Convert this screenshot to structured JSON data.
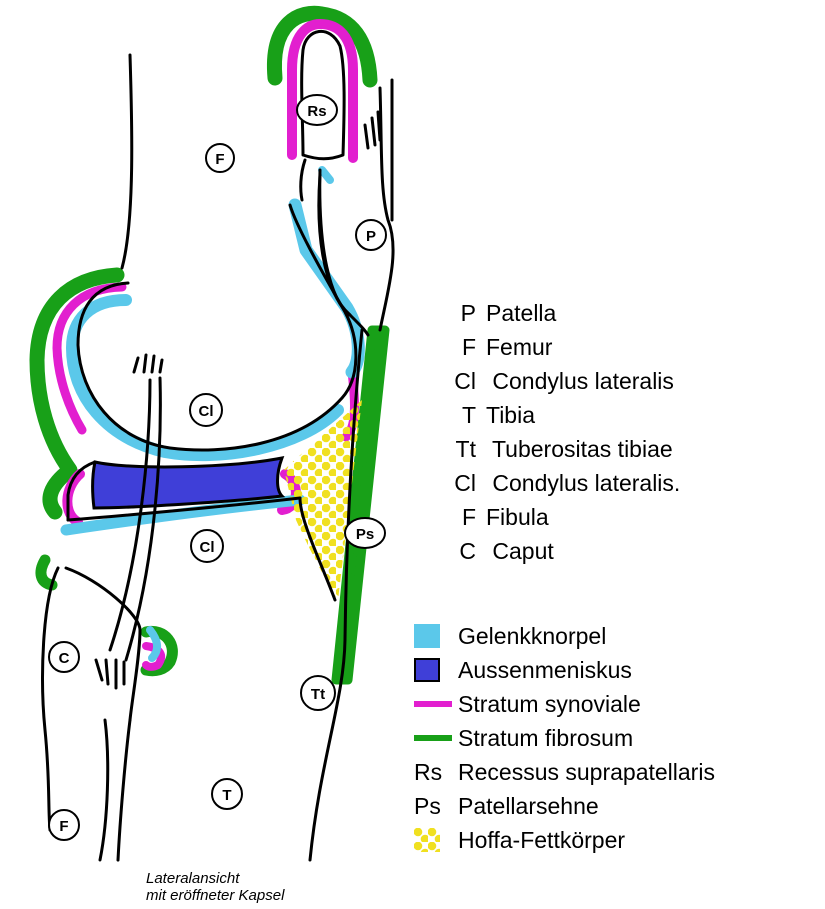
{
  "diagram": {
    "circle_labels": {
      "rs": "Rs",
      "f_femur": "F",
      "p": "P",
      "cl_upper": "Cl",
      "cl_lower": "Cl",
      "ps": "Ps",
      "c": "C",
      "tt": "Tt",
      "t": "T",
      "f_fibula": "F"
    },
    "colors": {
      "cartilage": "#5bc8ea",
      "meniscus": "#3f3fd8",
      "synovial": "#e21fcf",
      "fibrous": "#18a018",
      "fat": "#f0e020"
    }
  },
  "abbreviations": [
    {
      "code": "P",
      "name": "Patella"
    },
    {
      "code": "F",
      "name": "Femur"
    },
    {
      "code": "Cl",
      "name": " Condylus lateralis"
    },
    {
      "code": "T",
      "name": "Tibia"
    },
    {
      "code": "Tt",
      "name": " Tuberositas tibiae"
    },
    {
      "code": "Cl",
      "name": " Condylus lateralis."
    },
    {
      "code": "F",
      "name": "Fibula"
    },
    {
      "code": "C",
      "name": " Caput"
    }
  ],
  "legend": {
    "cartilage": "Gelenkknorpel",
    "meniscus": "Aussenmeniskus",
    "synovial": "Stratum synoviale",
    "fibrous": "Stratum fibrosum",
    "rs_code": "Rs",
    "rs_name": "Recessus suprapatellaris",
    "ps_code": "Ps",
    "ps_name": "Patellarsehne",
    "fat": "Hoffa-Fettkörper"
  },
  "caption": {
    "line1": "Lateralansicht",
    "line2": "mit eröffneter Kapsel"
  }
}
